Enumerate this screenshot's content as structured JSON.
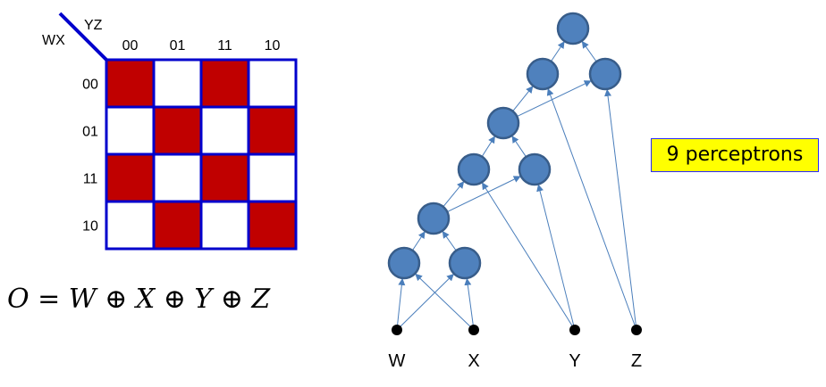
{
  "kmap": {
    "row_var_label": "WX",
    "col_var_label": "YZ",
    "col_labels": [
      "00",
      "01",
      "11",
      "10"
    ],
    "row_labels": [
      "00",
      "01",
      "11",
      "10"
    ],
    "values": [
      [
        1,
        0,
        1,
        0
      ],
      [
        0,
        1,
        0,
        1
      ],
      [
        1,
        0,
        1,
        0
      ],
      [
        0,
        1,
        0,
        1
      ]
    ],
    "fill_color": "#c00000",
    "border_color": "#0000cc"
  },
  "equation": "O = W ⊕ X ⊕ Y ⊕ Z",
  "network": {
    "inputs": [
      "W",
      "X",
      "Y",
      "Z"
    ],
    "node_color": "#4f81bd",
    "edge_color": "#4a7ebb"
  },
  "callout": "9 perceptrons"
}
